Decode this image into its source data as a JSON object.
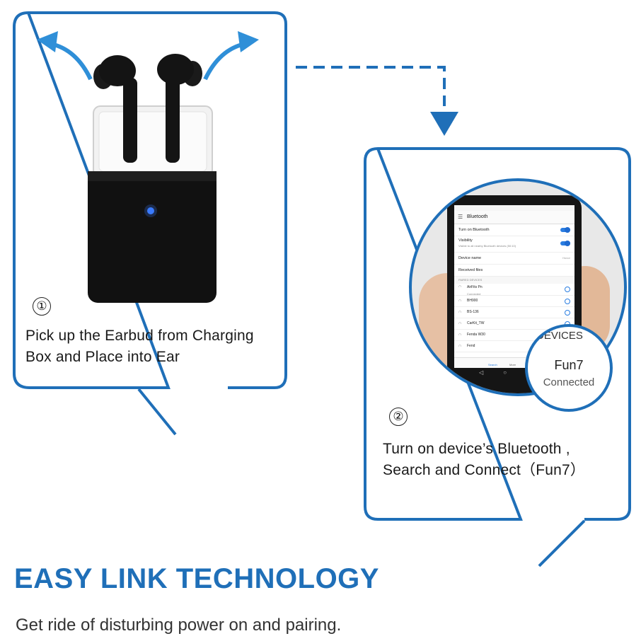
{
  "colors": {
    "accent": "#1f6fb8",
    "arrow": "#2f8fd8"
  },
  "step1": {
    "number": "①",
    "text_line1": "Pick up the Earbud from Charging",
    "text_line2": "Box and Place into Ear"
  },
  "step2": {
    "number": "②",
    "text_line1": "Turn on device’s Bluetooth ,",
    "text_line2": "Search and Connect（Fun7）"
  },
  "phone_screen": {
    "header": "Bluetooth",
    "rows": {
      "turn_on": "Turn on Bluetooth",
      "visibility": "Visibility",
      "visibility_sub": "Visible to all nearby Bluetooth devices (50:10)",
      "device_name": "Device name",
      "device_name_value": "Honor",
      "received_files": "Received files"
    },
    "section_label": "PAIRED DEVICES",
    "devices": [
      "AirFits Pn",
      "BH900",
      "BS-136",
      "CarKit_TW",
      "Fenda W30",
      "Fend"
    ],
    "first_device_status": "Connected",
    "bottom": {
      "search": "Search",
      "more": "More"
    }
  },
  "zoom": {
    "devices_label": "DEVICES",
    "name": "Fun7",
    "status": "Connected"
  },
  "headline": "EASY LINK TECHNOLOGY",
  "tagline": "Get ride of disturbing power on and pairing."
}
